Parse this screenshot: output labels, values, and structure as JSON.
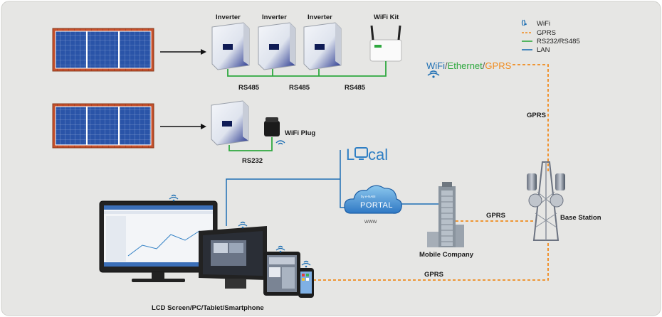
{
  "colors": {
    "background": "#ffffff",
    "panel": "#e6e6e4",
    "wifi": "#1e6fb3",
    "gprs": "#f08a1c",
    "rs": "#2fa83f",
    "lan": "#1e6fb3"
  },
  "legend": {
    "wifi": "WiFi",
    "gprs": "GPRS",
    "rs": "RS232/RS485",
    "lan": "LAN"
  },
  "devices": {
    "inverter1": "Inverter",
    "inverter2": "Inverter",
    "inverter3": "Inverter",
    "wifi_kit": "WiFi Kit",
    "wifi_plug": "WiFi Plug",
    "mobile_company": "Mobile Company",
    "base_station": "Base Station",
    "clients": "LCD Screen/PC/Tablet/Smartphone"
  },
  "links": {
    "rs485_1": "RS485",
    "rs485_2": "RS485",
    "rs485_3": "RS485",
    "rs232": "RS232",
    "gprs_vertical": "GPRS",
    "gprs_base": "GPRS",
    "gprs_bottom": "GPRS"
  },
  "comm": {
    "wifi": "WiFi",
    "sep1": "/",
    "ethernet": "Ethernet",
    "sep2": "/",
    "gprs": "GPRS"
  },
  "local": {
    "l": "L",
    "rest": "cal"
  },
  "portal": {
    "sub": "by e-NABI",
    "title": "PORTAL",
    "www": "www"
  }
}
